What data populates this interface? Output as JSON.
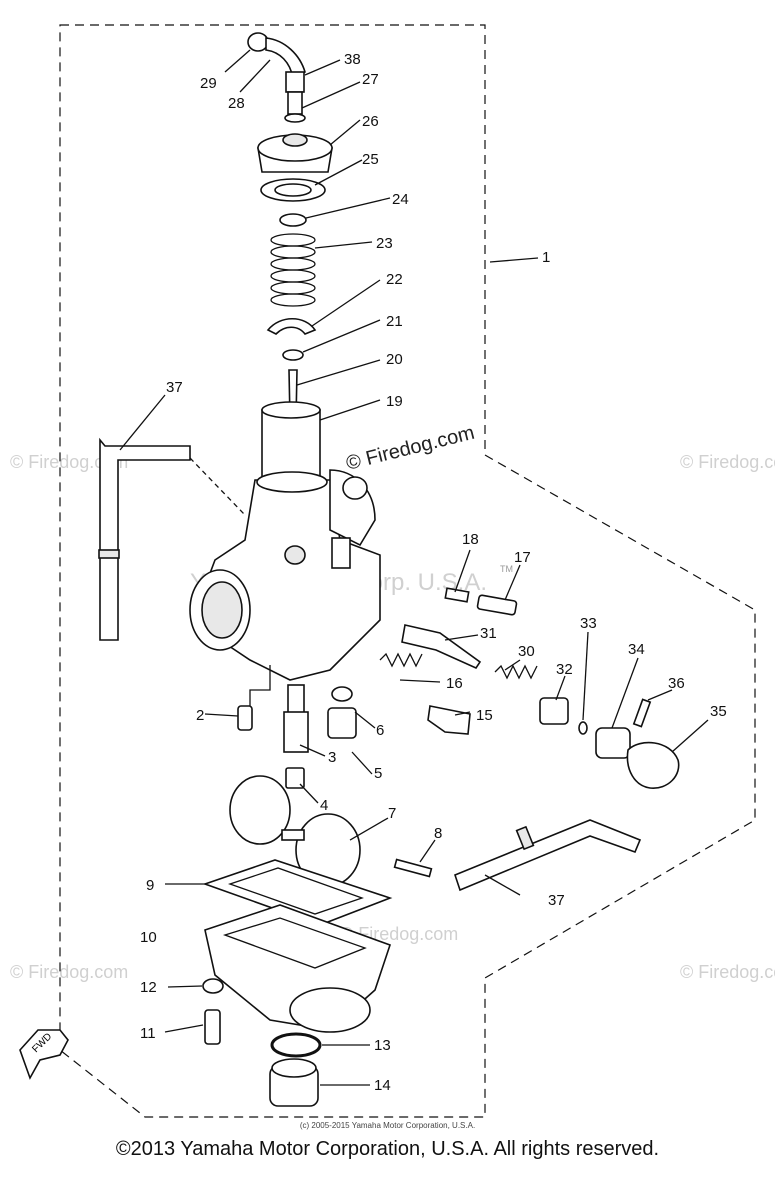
{
  "diagram": {
    "part_labels": [
      "1",
      "2",
      "3",
      "4",
      "5",
      "6",
      "7",
      "8",
      "9",
      "10",
      "11",
      "12",
      "13",
      "14",
      "15",
      "16",
      "17",
      "18",
      "19",
      "20",
      "21",
      "22",
      "23",
      "24",
      "25",
      "26",
      "27",
      "28",
      "29",
      "30",
      "31",
      "32",
      "33",
      "34",
      "35",
      "36",
      "37",
      "37",
      "38"
    ],
    "watermark_main": "© Firedog.com",
    "watermark_faint": "© Firedog.com",
    "watermark_center": "Yamaha Motor Corp. U.S.A.",
    "tm_mark": "TM",
    "fwd_label": "FWD"
  },
  "copyright_small": "(c) 2005-2015 Yamaha Motor Corporation, U.S.A.",
  "copyright_footer": "©2013 Yamaha Motor Corporation, U.S.A. All rights reserved."
}
